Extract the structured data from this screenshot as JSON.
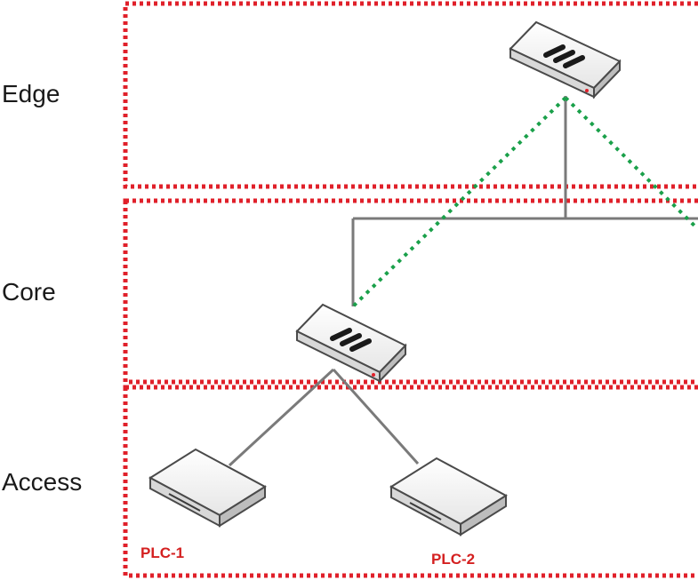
{
  "colors": {
    "zone_border": "#e0202a",
    "link_solid": "#7a7a7a",
    "link_dotted": "#1aa04a",
    "device_body": "#f2f2f2",
    "device_edge": "#4a4a4a",
    "plc_label": "#d42020"
  },
  "tiers": {
    "edge": "Edge",
    "core": "Core",
    "access": "Access"
  },
  "devices": {
    "plc1": "PLC-1",
    "plc2": "PLC-2"
  },
  "icons": {
    "edge_device": "firewall-icon",
    "core_device": "firewall-icon",
    "plc1_device": "plc-device-icon",
    "plc2_device": "plc-device-icon"
  }
}
